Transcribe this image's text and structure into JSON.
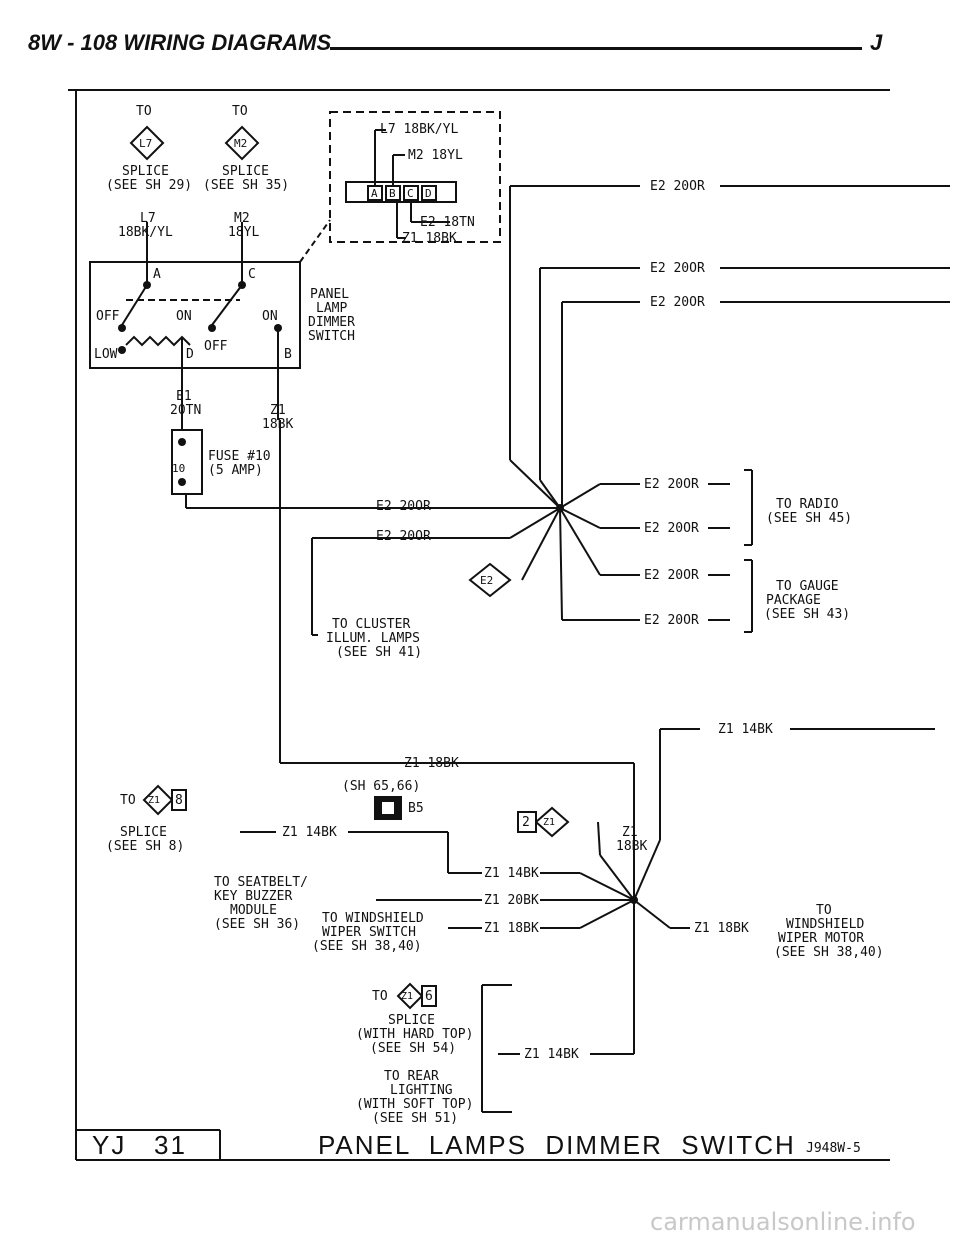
{
  "header": {
    "left": "8W - 108  WIRING DIAGRAMS",
    "right": "J"
  },
  "splices": {
    "l7": {
      "to": "TO",
      "badge": "L7",
      "splice": "SPLICE",
      "see": "(SEE SH 29)",
      "wire": "L7",
      "wire2": "18BK/YL"
    },
    "m2": {
      "to": "TO",
      "badge": "M2",
      "splice": "SPLICE",
      "see": "(SEE SH 35)",
      "wire": "M2",
      "wire2": "18YL"
    }
  },
  "connector": {
    "l7": "L7 18BK/YL",
    "m2": "M2 18YL",
    "e2": "E2 18TN",
    "z1": "Z1 18BK",
    "pins": [
      "A",
      "B",
      "C",
      "D"
    ]
  },
  "switch": {
    "title": [
      "PANEL",
      "LAMP",
      "DIMMER",
      "SWITCH"
    ],
    "pin_a": "A",
    "pin_c": "C",
    "pin_d": "D",
    "pin_b": "B",
    "off_left": "OFF",
    "on_left": "ON",
    "low": "LOW",
    "off_right": "OFF",
    "on_right": "ON"
  },
  "wires_below": {
    "e1": "E1",
    "e1b": "20TN",
    "z1": "Z1",
    "z1b": "18BK"
  },
  "fuse": {
    "label1": "FUSE #10",
    "label2": "(5 AMP)",
    "num": "10"
  },
  "e2_labels": {
    "top1": "E2 20OR",
    "top2": "E2 20OR",
    "top3": "E2 20OR",
    "mid1": "E2 20OR",
    "mid2": "E2 20OR",
    "r1": "E2 20OR",
    "r2": "E2 20OR",
    "r3": "E2 20OR",
    "r4": "E2 20OR",
    "badge": "E2"
  },
  "radio": {
    "l1": "TO RADIO",
    "l2": "(SEE SH 45)"
  },
  "gauge": {
    "l1": "TO GAUGE",
    "l2": "PACKAGE",
    "l3": "(SEE SH 43)"
  },
  "cluster": {
    "l1": "TO CLUSTER",
    "l2": "ILLUM. LAMPS",
    "l3": "(SEE SH 41)"
  },
  "ground": {
    "z1_14bk_top": "Z1 14BK",
    "z1_18bk": "Z1 18BK",
    "sh": "(SH 65,66)",
    "g": "B5",
    "splice8_to": "TO",
    "splice8_badge": "Z1",
    "splice8_num": "8",
    "splice8_l1": "SPLICE",
    "splice8_l2": "(SEE SH 8)",
    "z1_14bk_left": "Z1 14BK",
    "badge2": "2",
    "badge2z": "Z1",
    "z1_right": "Z1",
    "z1_right2": "18BK",
    "z1_14bk_a": "Z1 14BK",
    "z1_20bk": "Z1 20BK",
    "z1_18bk_a": "Z1 18BK",
    "z1_18bk_r": "Z1 18BK",
    "seat_l1": "TO SEATBELT/",
    "seat_l2": "KEY BUZZER",
    "seat_l3": "MODULE",
    "seat_l4": "(SEE SH 36)",
    "wsw_l1": "TO WINDSHIELD",
    "wsw_l2": "WIPER SWITCH",
    "wsw_l3": "(SEE SH 38,40)",
    "wm_l1": "TO",
    "wm_l2": "WINDSHIELD",
    "wm_l3": "WIPER MOTOR",
    "wm_l4": "(SEE SH 38,40)",
    "s6_to": "TO",
    "s6_badge": "Z1",
    "s6_num": "6",
    "s6_l1": "SPLICE",
    "s6_l2": "(WITH HARD TOP)",
    "s6_l3": "(SEE SH 54)",
    "s6_z": "Z1 14BK",
    "rear_l1": "TO REAR",
    "rear_l2": "LIGHTING",
    "rear_l3": "(WITH SOFT TOP)",
    "rear_l4": "(SEE SH 51)"
  },
  "footer": {
    "model": "YJ   31",
    "title": "PANEL  LAMPS  DIMMER  SWITCH",
    "code": "J948W-5"
  },
  "watermark": "carmanualsonline.info"
}
